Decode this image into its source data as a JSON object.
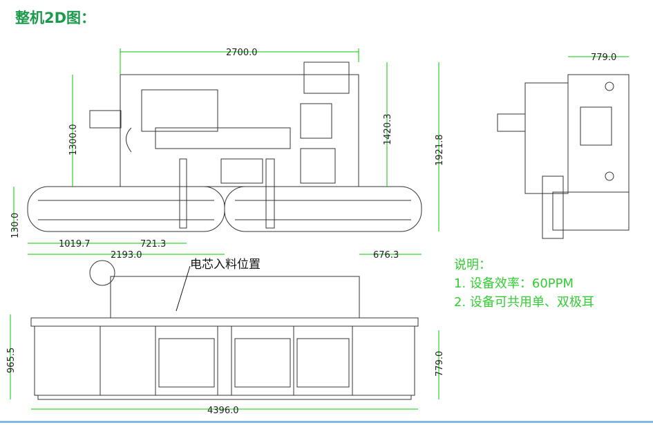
{
  "title": "整机2D图：",
  "notes": {
    "heading": "说明：",
    "items": [
      "1. 设备效率：60PPM",
      "2. 设备可共用单、双极耳"
    ]
  },
  "callout": "电芯入料位置",
  "dimensions": {
    "top_width": "2700.0",
    "top_height_left": "1300.0",
    "top_height_right": "1420.3",
    "total_height": "1921.8",
    "conveyor_height": "130.0",
    "left_offset": "1019.7",
    "mid_offset": "721.3",
    "left_span": "2193.0",
    "right_offset": "676.3",
    "side_width": "779.0",
    "front_height": "965.5",
    "front_table_height": "779.0",
    "front_width": "4396.0"
  },
  "colors": {
    "title": "#1a9a4a",
    "notes": "#33cc33",
    "dim_line": "#00c800"
  }
}
